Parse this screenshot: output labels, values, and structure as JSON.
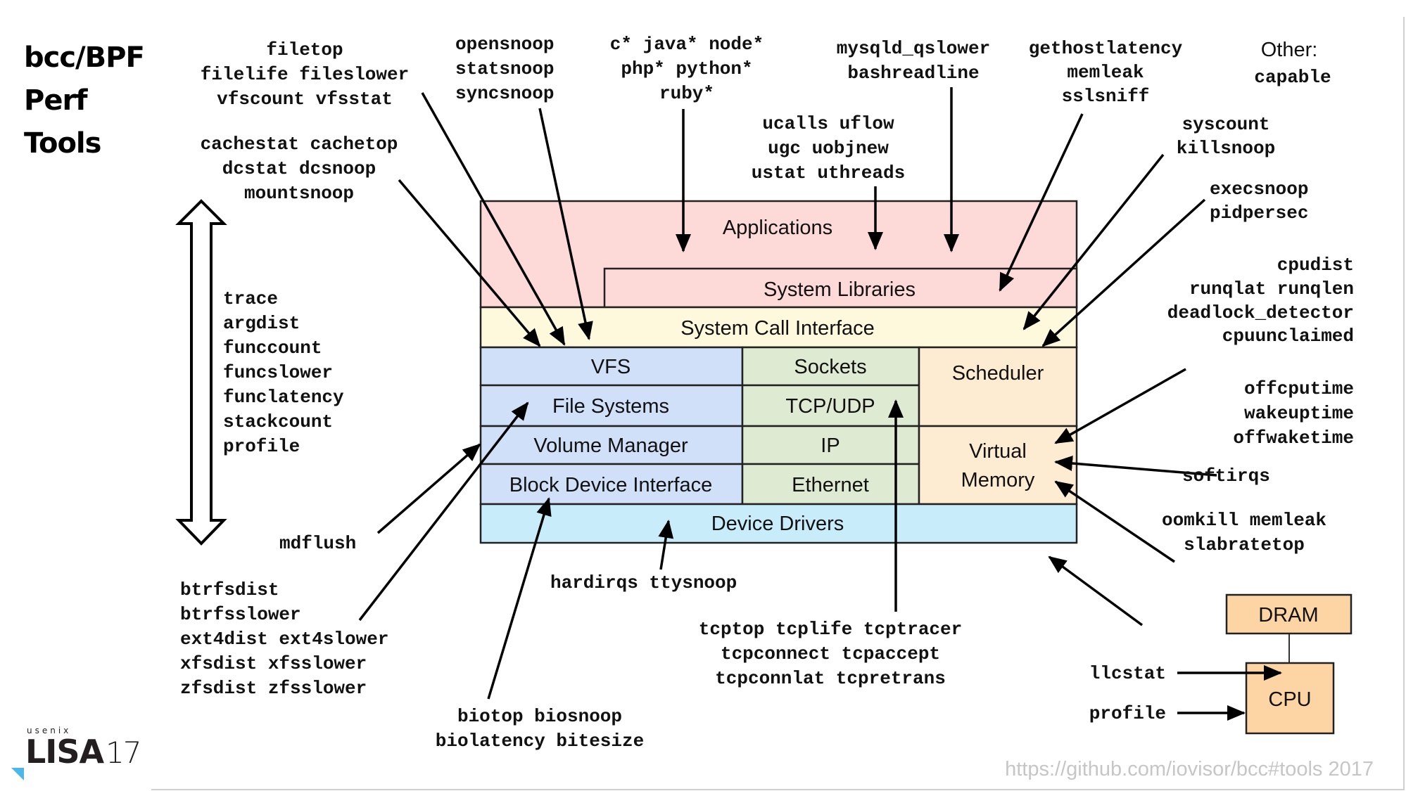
{
  "title": {
    "lines": [
      "bcc/BPF",
      "Perf",
      "Tools"
    ]
  },
  "logo": {
    "org": "usenix",
    "name": "LISA",
    "year": "17"
  },
  "footer": {
    "url": "https://github.com/iovisor/bcc#tools 2017"
  },
  "colors": {
    "applications": "#fdd9d8",
    "system_call_interface": "#fef8dc",
    "storage_stack": "#d1e0f9",
    "network_stack": "#dfead2",
    "scheduler_memory": "#fdecd2",
    "device_drivers": "#c9ecfb",
    "hardware": "#fdd4a4",
    "footer_text": "#c6c6c6",
    "logo_accent": "#4bb8e8"
  },
  "stack": {
    "applications": "Applications",
    "system_libraries": "System Libraries",
    "system_call_interface": "System Call Interface",
    "vfs": "VFS",
    "file_systems": "File Systems",
    "volume_manager": "Volume Manager",
    "block_device_interface": "Block Device Interface",
    "sockets": "Sockets",
    "tcp_udp": "TCP/UDP",
    "ip": "IP",
    "ethernet": "Ethernet",
    "scheduler": "Scheduler",
    "virtual_memory": [
      "Virtual",
      "Memory"
    ],
    "device_drivers": "Device Drivers"
  },
  "hardware": {
    "dram": "DRAM",
    "cpu": "CPU"
  },
  "other": {
    "heading": "Other:",
    "tools": [
      "capable"
    ]
  },
  "tool_groups": {
    "file": [
      "filetop",
      "filelife fileslower",
      "vfscount vfsstat"
    ],
    "cache": [
      "cachestat cachetop",
      "dcstat dcsnoop",
      "mountsnoop"
    ],
    "opensnoop": [
      "opensnoop",
      "statsnoop",
      "syncsnoop"
    ],
    "languages": [
      "c* java* node*",
      "php* python*",
      "ruby*"
    ],
    "ucalls": [
      "ucalls uflow",
      "ugc uobjnew",
      "ustat uthreads"
    ],
    "mysql": [
      "mysqld_qslower",
      "bashreadline"
    ],
    "gethost": [
      "gethostlatency",
      "memleak",
      "sslsniff"
    ],
    "syscount": [
      "syscount",
      "killsnoop"
    ],
    "exec": [
      "execsnoop",
      "pidpersec"
    ],
    "cpu_sched": [
      "cpudist",
      "runqlat runqlen",
      "deadlock_detector",
      "cpuunclaimed"
    ],
    "offcpu": [
      "offcputime",
      "wakeuptime",
      "offwaketime"
    ],
    "softirqs": [
      "softirqs"
    ],
    "memory": [
      "oomkill memleak",
      "slabratetop"
    ],
    "generic": [
      "trace",
      "argdist",
      "funccount",
      "funcslower",
      "funclatency",
      "stackcount",
      "profile"
    ],
    "mdflush": [
      "mdflush"
    ],
    "fs": [
      "btrfsdist",
      "btrfsslower",
      "ext4dist ext4slower",
      "xfsdist xfsslower",
      "zfsdist zfsslower"
    ],
    "bio": [
      "biotop biosnoop",
      "biolatency bitesize"
    ],
    "irqs": [
      "hardirqs ttysnoop"
    ],
    "tcp": [
      "tcptop tcplife tcptracer",
      "tcpconnect tcpaccept",
      "tcpconnlat tcpretrans"
    ],
    "llc": [
      "llcstat"
    ],
    "cpu_profile": [
      "profile"
    ]
  }
}
